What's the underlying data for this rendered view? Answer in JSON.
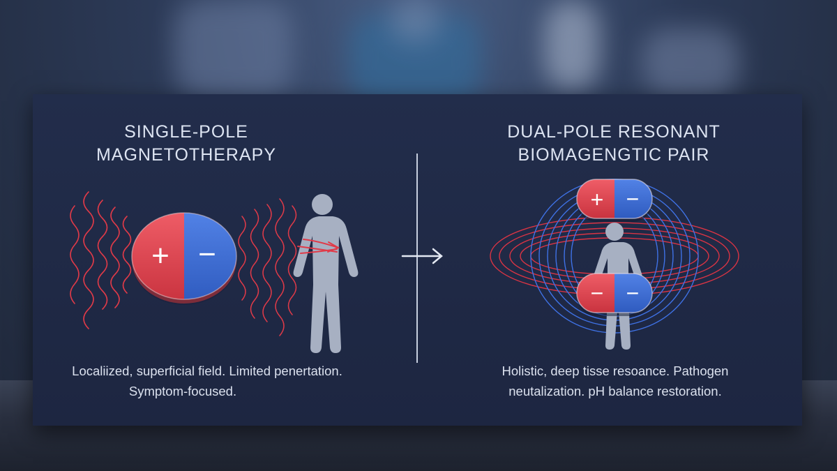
{
  "left": {
    "title_line1": "SINGLE-POLE",
    "title_line2": "MAGNETOTHERAPY",
    "magnet_plus": "+",
    "magnet_minus": "−",
    "caption_line1": "Localiized, superficial field. Limited penertation.",
    "caption_line2": "Symptom-focused."
  },
  "right": {
    "title_line1": "DUAL-POLE RESONANT",
    "title_line2": "BIOMAGENGTIC PAIR",
    "top_magnet_plus": "+",
    "top_magnet_minus": "−",
    "bottom_magnet_left": "−",
    "bottom_magnet_right": "−",
    "caption_line1": "Holistic, deep tisse resoance. Pathogen",
    "caption_line2": "neutalization. pH balance restoration."
  },
  "colors": {
    "panel": "#202a47",
    "pole_red": "#e04a55",
    "pole_blue": "#3f6fd6",
    "field_red": "#e03a48",
    "field_blue": "#3f72e6",
    "figure": "#aab3c4",
    "text": "#dde4f2"
  },
  "icons": [
    "human-figure-icon",
    "arrow-right-icon",
    "magnet-icon"
  ]
}
